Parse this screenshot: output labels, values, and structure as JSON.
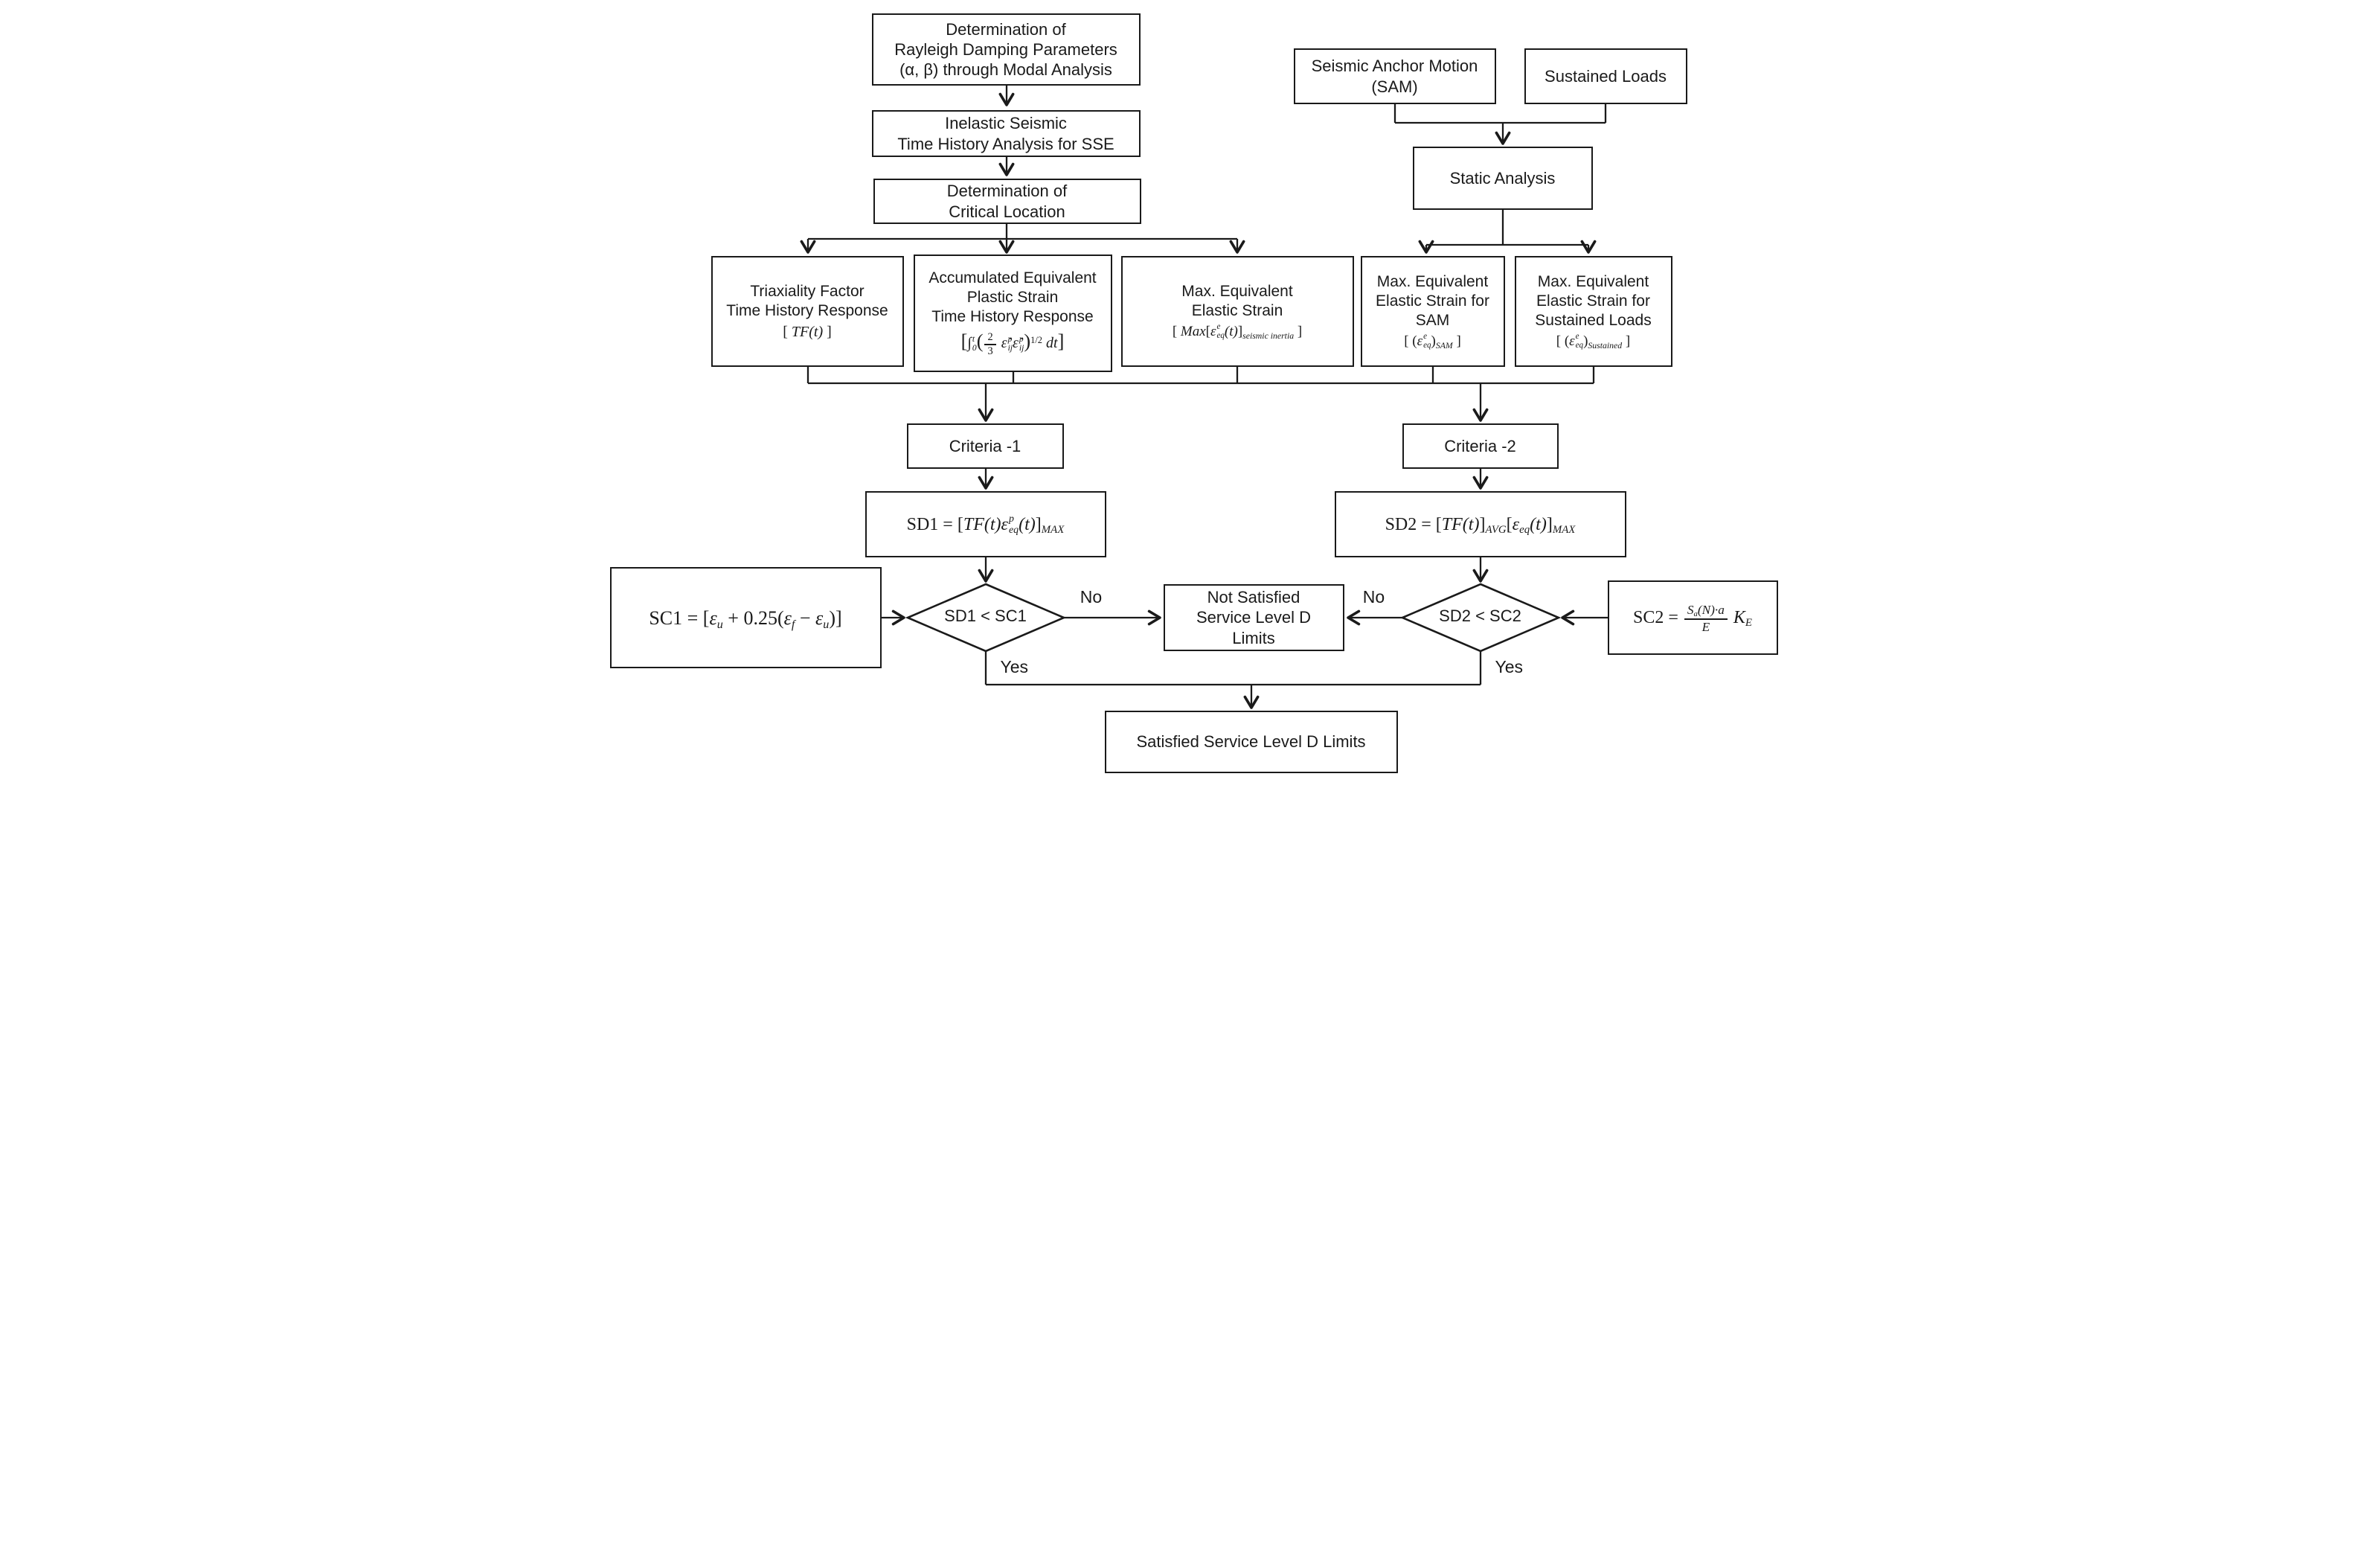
{
  "colors": {
    "ink": "#1a1a1a",
    "fill": "#ffffff"
  },
  "nodes": {
    "rayleigh": {
      "lines": [
        "Determination of",
        "Rayleigh Damping Parameters",
        "(α, β) through Modal Analysis"
      ]
    },
    "inelastic": {
      "lines": [
        "Inelastic Seismic",
        "Time History Analysis for SSE"
      ]
    },
    "critical": {
      "lines": [
        "Determination of",
        "Critical Location"
      ]
    },
    "sam": {
      "lines": [
        "Seismic Anchor Motion",
        "(SAM)"
      ]
    },
    "sustained": {
      "lines": [
        "Sustained Loads"
      ]
    },
    "staticAnalysis": {
      "lines": [
        "Static Analysis"
      ]
    },
    "triaxiality": {
      "lines": [
        "Triaxiality Factor",
        "Time History Response"
      ],
      "formula": [
        {
          "t": "[ "
        },
        {
          "t": "TF(t)",
          "i": 1
        },
        {
          "t": " ]"
        }
      ]
    },
    "accumulated": {
      "lines": [
        "Accumulated Equivalent",
        "Plastic Strain",
        "Time History Response"
      ],
      "formula": [
        {
          "t": "[",
          "bg": 1
        },
        {
          "t": "∫",
          "i": 1,
          "stack": {
            "sup": "t",
            "sub": "0"
          }
        },
        {
          "t": "(",
          "bg": 1
        },
        {
          "frac": {
            "num": [
              {
                "t": "2"
              }
            ],
            "den": [
              {
                "t": "3"
              }
            ]
          }
        },
        {
          "t": " "
        },
        {
          "t": "ε̇",
          "i": 1,
          "stack": {
            "sup": "p",
            "sub": "ij"
          }
        },
        {
          "t": "ε̇",
          "i": 1,
          "stack": {
            "sup": "p",
            "sub": "ij"
          }
        },
        {
          "t": ")",
          "bg": 1
        },
        {
          "t": "1/2",
          "v": "sup"
        },
        {
          "t": " "
        },
        {
          "t": "dt",
          "i": 1
        },
        {
          "t": "]",
          "bg": 1
        }
      ]
    },
    "maxElastic": {
      "lines": [
        "Max. Equivalent",
        "Elastic Strain"
      ],
      "formula": [
        {
          "t": "[ "
        },
        {
          "t": "Max",
          "i": 1
        },
        {
          "t": "["
        },
        {
          "t": "ε",
          "i": 1,
          "stack": {
            "sup": "e",
            "sub": "eq"
          }
        },
        {
          "t": "(t)",
          "i": 1
        },
        {
          "t": "]"
        },
        {
          "t": "seismic inertia",
          "v": "sub",
          "i": 1
        },
        {
          "t": " ]"
        }
      ]
    },
    "maxSam": {
      "lines": [
        "Max. Equivalent",
        "Elastic Strain for",
        "SAM"
      ],
      "formula": [
        {
          "t": "[ ("
        },
        {
          "t": "ε",
          "i": 1,
          "stack": {
            "sup": "e",
            "sub": "eq"
          }
        },
        {
          "t": ")"
        },
        {
          "t": "SAM",
          "v": "sub",
          "i": 1
        },
        {
          "t": " ]"
        }
      ]
    },
    "maxSustained": {
      "lines": [
        "Max. Equivalent",
        "Elastic Strain for",
        "Sustained Loads"
      ],
      "formula": [
        {
          "t": "[ ("
        },
        {
          "t": "ε",
          "i": 1,
          "stack": {
            "sup": "e",
            "sub": "eq"
          }
        },
        {
          "t": ")"
        },
        {
          "t": "Sustained",
          "v": "sub",
          "i": 1
        },
        {
          "t": " ]"
        }
      ]
    },
    "criteria1": {
      "label": "Criteria -1"
    },
    "criteria2": {
      "label": "Criteria -2"
    },
    "sd1": {
      "formula": [
        {
          "t": "SD1 = ["
        },
        {
          "t": "TF(t)",
          "i": 1
        },
        {
          "t": "ε",
          "i": 1,
          "stack": {
            "sup": "p",
            "sub": "eq"
          }
        },
        {
          "t": "(t)",
          "i": 1
        },
        {
          "t": "]"
        },
        {
          "t": "MAX",
          "v": "sub",
          "i": 1
        }
      ]
    },
    "sd2": {
      "formula": [
        {
          "t": "SD2 = ["
        },
        {
          "t": "TF(t)",
          "i": 1
        },
        {
          "t": "]"
        },
        {
          "t": "AVG",
          "v": "sub",
          "i": 1
        },
        {
          "t": "["
        },
        {
          "t": "ε",
          "i": 1
        },
        {
          "t": "eq",
          "v": "sub",
          "i": 1
        },
        {
          "t": "(t)",
          "i": 1
        },
        {
          "t": "]"
        },
        {
          "t": "MAX",
          "v": "sub",
          "i": 1
        }
      ]
    },
    "sc1": {
      "formula": [
        {
          "t": "SC1 = ["
        },
        {
          "t": "ε",
          "i": 1
        },
        {
          "t": "u",
          "v": "sub",
          "i": 1
        },
        {
          "t": " + 0.25("
        },
        {
          "t": "ε",
          "i": 1
        },
        {
          "t": "f",
          "v": "sub",
          "i": 1
        },
        {
          "t": " − "
        },
        {
          "t": "ε",
          "i": 1
        },
        {
          "t": "u",
          "v": "sub",
          "i": 1
        },
        {
          "t": ")]"
        }
      ]
    },
    "sc2": {
      "formula": [
        {
          "t": "SC2 = "
        },
        {
          "frac": {
            "num": [
              {
                "t": "S",
                "i": 1
              },
              {
                "t": "a",
                "v": "sub",
                "i": 1
              },
              {
                "t": "(N)·a",
                "i": 1
              }
            ],
            "den": [
              {
                "t": "E",
                "i": 1
              }
            ]
          }
        },
        {
          "t": " "
        },
        {
          "t": "K",
          "i": 1
        },
        {
          "t": "E",
          "v": "sub",
          "i": 1
        }
      ]
    },
    "decision1": {
      "label": "SD1 < SC1"
    },
    "decision2": {
      "label": "SD2 < SC2"
    },
    "notSatisfied": {
      "lines": [
        "Not Satisfied",
        "Service Level D",
        "Limits"
      ]
    },
    "satisfied": {
      "lines": [
        "Satisfied Service Level D Limits"
      ]
    }
  },
  "edge_labels": {
    "no1": "No",
    "yes1": "Yes",
    "no2": "No",
    "yes2": "Yes"
  }
}
